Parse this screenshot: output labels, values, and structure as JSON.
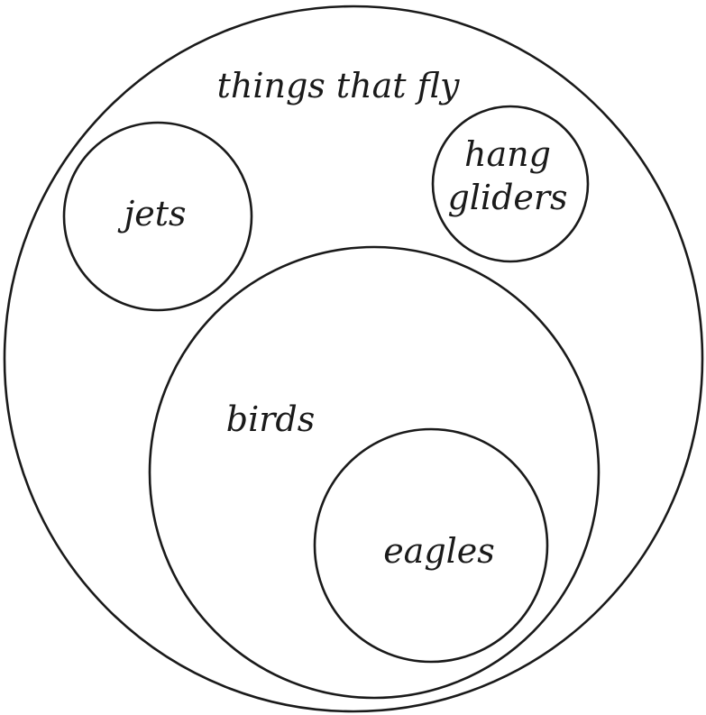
{
  "diagram": {
    "type": "venn-nested-sets",
    "line_color": "#1a1a1a",
    "background_color": "#ffffff",
    "sets": {
      "outer": {
        "label": "things that fly"
      },
      "jets": {
        "label": "jets"
      },
      "hang_gliders": {
        "label_line1": "hang",
        "label_line2": "gliders"
      },
      "birds": {
        "label": "birds"
      },
      "eagles": {
        "label": "eagles"
      }
    }
  }
}
